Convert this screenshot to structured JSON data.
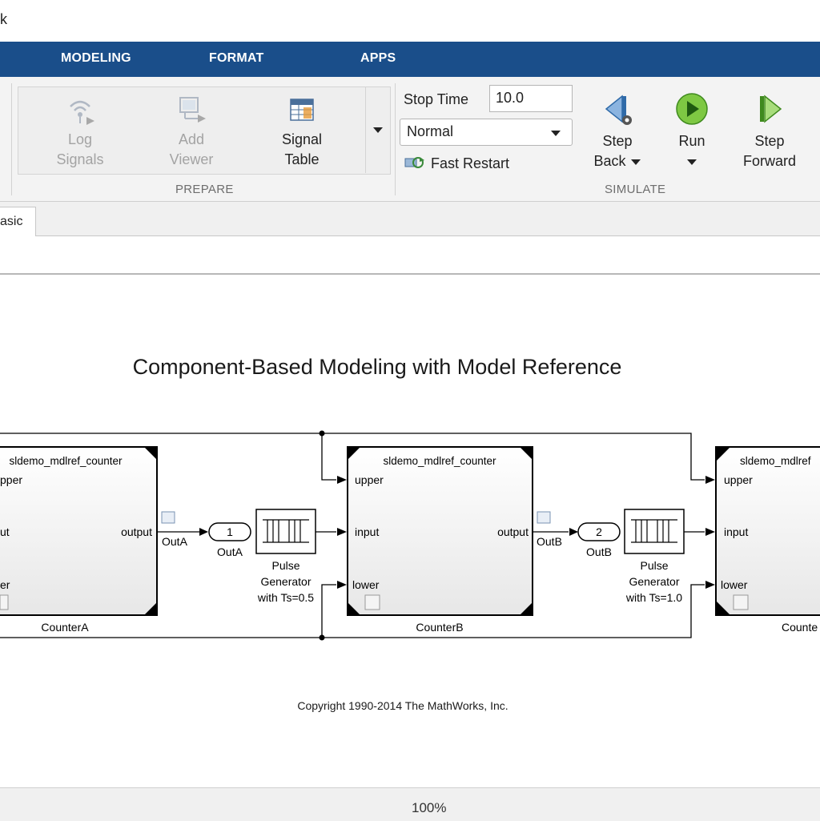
{
  "window": {
    "title": "k"
  },
  "tabs": [
    "MODELING",
    "FORMAT",
    "APPS"
  ],
  "ribbon": {
    "prepare": {
      "log_signals": [
        "Log",
        "Signals"
      ],
      "add_viewer": [
        "Add",
        "Viewer"
      ],
      "signal_table": [
        "Signal",
        "Table"
      ],
      "label": "PREPARE"
    },
    "simulate": {
      "stop_time_label": "Stop Time",
      "stop_time_value": "10.0",
      "mode": "Normal",
      "fast_restart": "Fast Restart",
      "step_back": [
        "Step",
        "Back"
      ],
      "run": "Run",
      "step_forward": [
        "Step",
        "Forward"
      ],
      "label": "SIMULATE"
    }
  },
  "doc_tab": "asic",
  "diagram": {
    "title": "Component-Based Modeling with Model Reference",
    "copyright": "Copyright 1990-2014 The MathWorks, Inc.",
    "model_ref_name": "sldemo_mdlref_counter",
    "port_upper": "upper",
    "port_input": "input",
    "port_lower": "lower",
    "port_output": "output",
    "left_upper": "pper",
    "left_input": "ut",
    "left_lower": "er",
    "left_model_name": "sldemo_mdlref_counter",
    "right_model_name": "sldemo_mdlref",
    "counter_a": "CounterA",
    "counter_b": "CounterB",
    "counter_c": "Counte",
    "out_a_signal": "OutA",
    "out_a_label": "OutA",
    "out_a_port": "1",
    "out_b_signal": "OutB",
    "out_b_label": "OutB",
    "out_b_port": "2",
    "pulse1": [
      "Pulse",
      "Generator",
      "with Ts=0.5"
    ],
    "pulse2": [
      "Pulse",
      "Generator",
      "with Ts=1.0"
    ]
  },
  "status": {
    "zoom": "100%"
  }
}
